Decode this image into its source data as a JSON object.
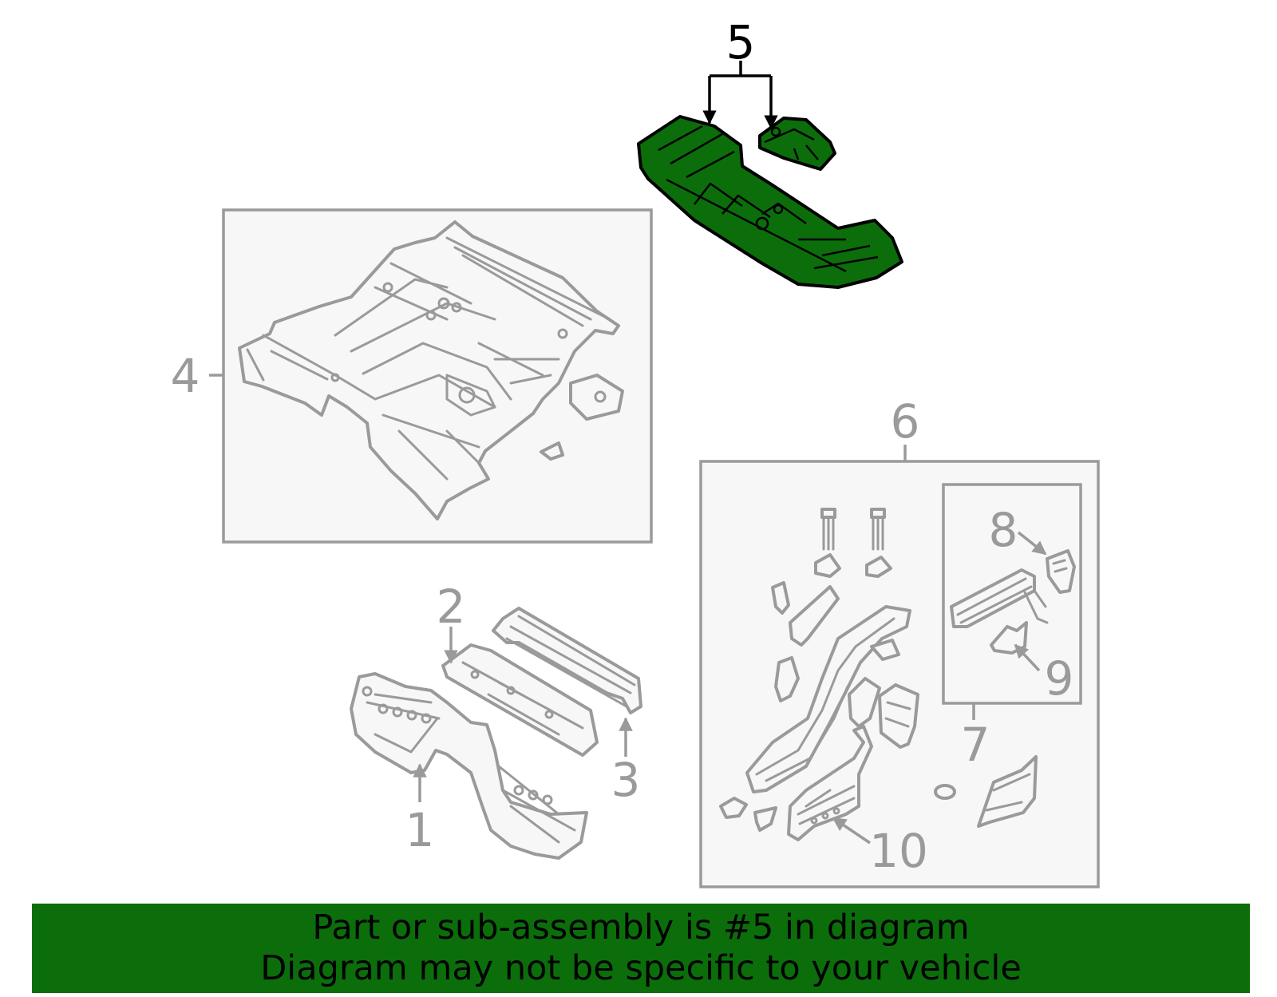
{
  "callouts": {
    "c1": "1",
    "c2": "2",
    "c3": "3",
    "c4": "4",
    "c5": "5",
    "c6": "6",
    "c7": "7",
    "c8": "8",
    "c9": "9",
    "c10": "10"
  },
  "highlighted_part": "5",
  "colors": {
    "highlight_fill": "#0b6e0b",
    "line_grey": "#9a9a9a",
    "box_fill": "#f7f7f7",
    "banner_bg": "#0b6e0b"
  },
  "banner": {
    "line1": "Part or sub-assembly is #5 in diagram",
    "line2": "Diagram may not be specific to your vehicle"
  }
}
